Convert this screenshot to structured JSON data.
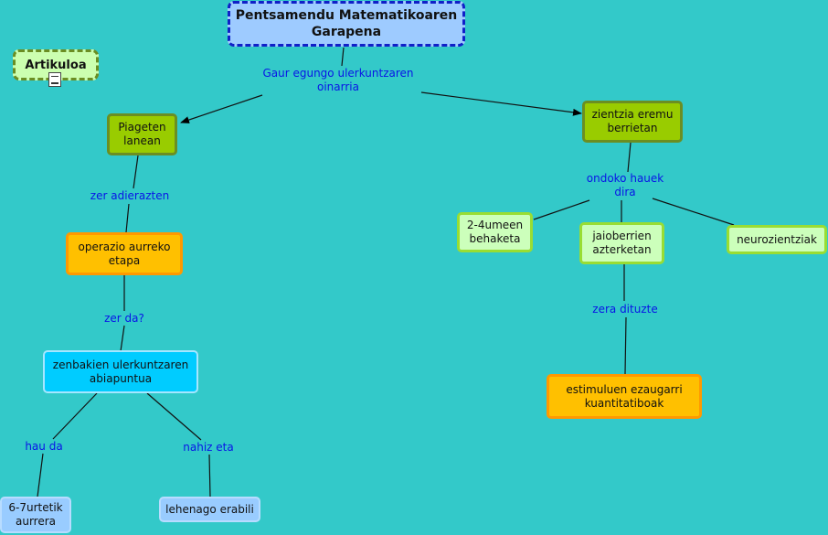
{
  "nodes": {
    "root": "Pentsamendu Matematikoaren Garapena",
    "artikuloa": "Artikuloa",
    "piageten": "Piageten lanean",
    "zientzia": "zientzia eremu berrietan",
    "operazio": "operazio aurreko etapa",
    "zenbakien": "zenbakien ulerkuntzaren abiapuntua",
    "zazpi": "6-7urtetik aurrera",
    "lehenago": "lehenago erabili",
    "umeen": "2-4umeen behaketa",
    "jaioberrien": "jaioberrien azterketan",
    "neurozientziak": "neurozientziak",
    "estimuluen": "estimuluen ezaugarri kuantitatiboak"
  },
  "links": {
    "gaur": "Gaur egungo ulerkuntzaren oinarria",
    "zer_adierazten": "zer adierazten",
    "zer_da": "zer da?",
    "hau_da": "hau da",
    "nahiz_eta": "nahiz eta",
    "ondoko": "ondoko hauek dira",
    "zera": "zera dituzte"
  },
  "colors": {
    "background": "#33c9c9",
    "link_text": "#0a14e6",
    "root_fill": "#9ecbff",
    "green_fill": "#99cc00",
    "orange_fill": "#ffc000",
    "blue_fill": "#00ccff",
    "pale_green_fill": "#ccffbb",
    "light_blue_fill": "#99ccff"
  },
  "icons": {
    "artikuloa": "document-icon"
  }
}
